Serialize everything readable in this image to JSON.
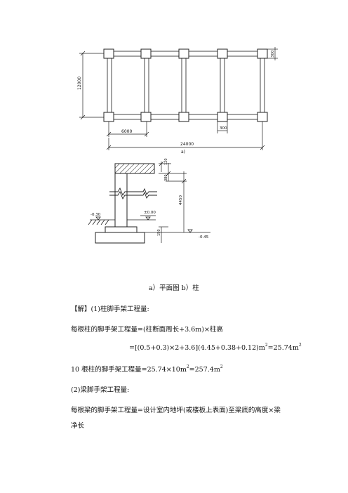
{
  "figure": {
    "plan": {
      "dim_overall": "24000",
      "dim_bay": "6000",
      "dim_depth": "12000",
      "dim_col_a": "300",
      "dim_col_b": "300",
      "label": "a)"
    },
    "section": {
      "dim_top": "120",
      "dim_beam": "380",
      "dim_height": "4450",
      "dim_base": "150",
      "level_left": "-0.30",
      "level_zero": "±0.00",
      "level_right": "-0.45",
      "label": "b)"
    }
  },
  "caption": "a）平面图 b）柱",
  "solution_heading": "【解】(1)柱脚手架工程量:",
  "lines": {
    "l1": "每根柱的脚手架工程量=(柱断面周长+3.6m)×柱高",
    "l2_pre": "=[(0.5+0.3)×2+3.6](4.45+0.38+0.12)m",
    "l2_mid": "=25.74m",
    "l3_pre": "10 根柱的脚手架工程量=25.74×10m",
    "l3_mid": "=257.4m",
    "l4": "(2)梁脚手架工程量:",
    "l5": "每根梁的脚手架工程量=设计室内地坪(或楼板上表面)至梁底的高度×梁",
    "l6": "净长"
  },
  "units": {
    "sq": "2"
  }
}
